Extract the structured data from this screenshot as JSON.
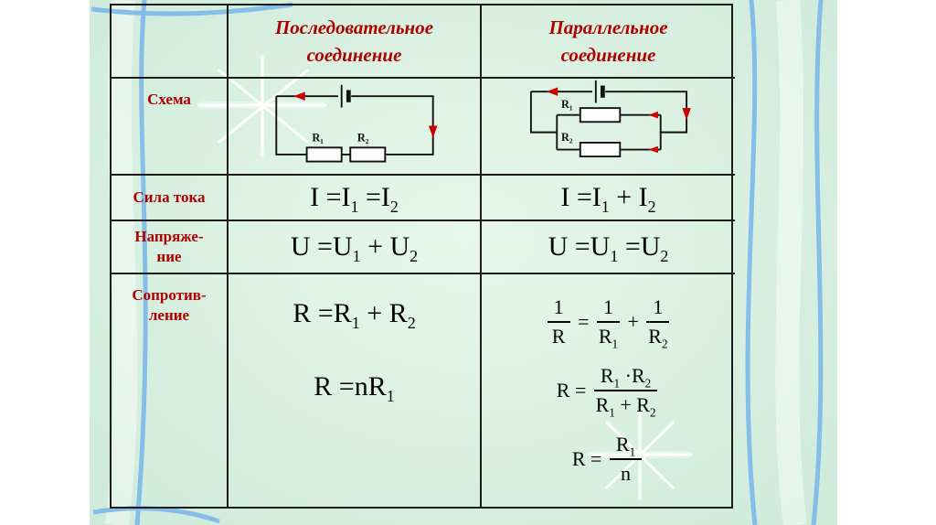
{
  "slide": {
    "colors": {
      "accent_red": "#b00000",
      "formula_black": "#000000",
      "bg_green": "#d9f0e1",
      "curve_blue": "#82bbe8",
      "table_border": "#1c1c1c",
      "arrow_red": "#cc0000"
    },
    "table": {
      "headers": {
        "series": "Последовательное\nсоединение",
        "parallel": "Параллельное\nсоединение"
      },
      "row_labels": {
        "schema": "Схема",
        "current": "Сила тока",
        "voltage": "Напряже-\nние",
        "resistance": "Сопротив-\nление"
      }
    },
    "diagrams": {
      "series": {
        "r1": "R₁",
        "r2": "R₂"
      },
      "parallel": {
        "r1": "R₁",
        "r2": "R₂"
      }
    },
    "formulas": {
      "current_series": [
        [
          "t",
          "I =I"
        ],
        [
          "s",
          "1"
        ],
        [
          "t",
          " =I"
        ],
        [
          "s",
          "2"
        ]
      ],
      "current_parallel": [
        [
          "t",
          "I =I"
        ],
        [
          "s",
          "1"
        ],
        [
          "t",
          " + I"
        ],
        [
          "s",
          "2"
        ]
      ],
      "voltage_series": [
        [
          "t",
          "U =U"
        ],
        [
          "s",
          "1"
        ],
        [
          "t",
          " + U"
        ],
        [
          "s",
          "2"
        ]
      ],
      "voltage_parallel": [
        [
          "t",
          "U =U"
        ],
        [
          "s",
          "1"
        ],
        [
          "t",
          " =U"
        ],
        [
          "s",
          "2"
        ]
      ],
      "resistance_series_1": [
        [
          "t",
          "R =R"
        ],
        [
          "s",
          "1"
        ],
        [
          "t",
          " + R"
        ],
        [
          "s",
          "2"
        ]
      ],
      "resistance_series_2": [
        [
          "t",
          "R =nR"
        ],
        [
          "s",
          "1"
        ]
      ],
      "resistance_parallel_1": [
        [
          "f",
          [
            [
              "t",
              "1"
            ]
          ],
          [
            [
              "t",
              "R"
            ]
          ]
        ],
        [
          "t",
          " = "
        ],
        [
          "f",
          [
            [
              "t",
              "1"
            ]
          ],
          [
            [
              "t",
              "R"
            ],
            [
              "s",
              "1"
            ]
          ]
        ],
        [
          "t",
          " + "
        ],
        [
          "f",
          [
            [
              "t",
              "1"
            ]
          ],
          [
            [
              "t",
              "R"
            ],
            [
              "s",
              "2"
            ]
          ]
        ]
      ],
      "resistance_parallel_2": [
        [
          "t",
          "R = "
        ],
        [
          "f",
          [
            [
              "t",
              "R"
            ],
            [
              "s",
              "1"
            ],
            [
              "t",
              " ·R"
            ],
            [
              "s",
              "2"
            ]
          ],
          [
            [
              "t",
              "R"
            ],
            [
              "s",
              "1"
            ],
            [
              "t",
              " + R"
            ],
            [
              "s",
              "2"
            ]
          ]
        ]
      ],
      "resistance_parallel_3": [
        [
          "t",
          "R = "
        ],
        [
          "f",
          [
            [
              "t",
              "R"
            ],
            [
              "s",
              "1"
            ]
          ],
          [
            [
              "t",
              "n"
            ]
          ]
        ]
      ]
    }
  }
}
